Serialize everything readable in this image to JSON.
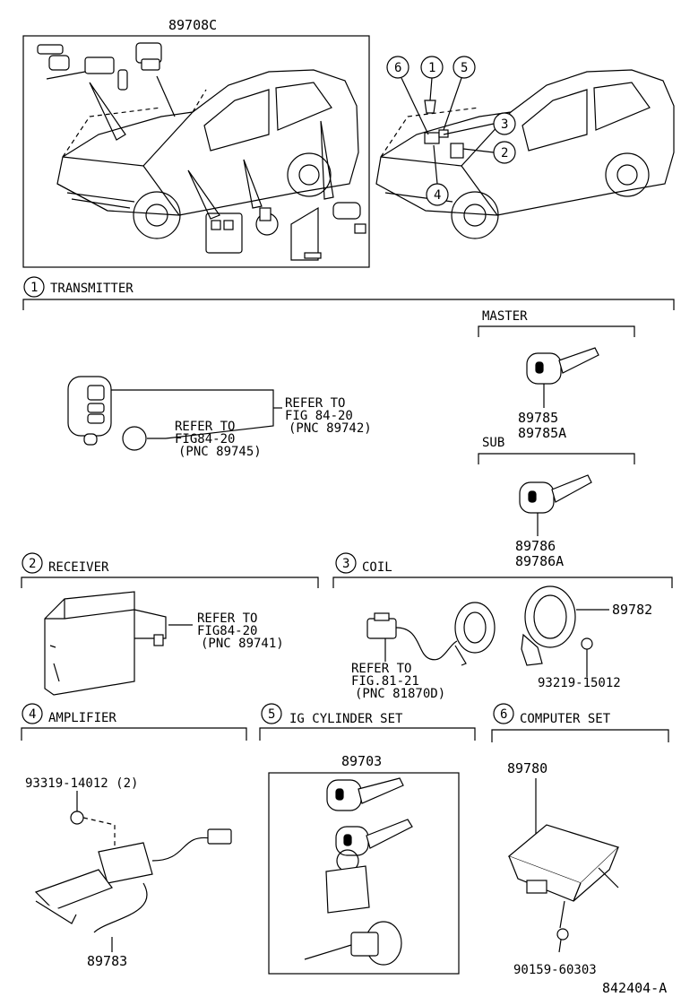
{
  "overview": {
    "title": "89708C",
    "callouts": [
      "1",
      "2",
      "3",
      "4",
      "5",
      "6"
    ]
  },
  "sections": {
    "transmitter": {
      "num": "1",
      "title": "TRANSMITTER",
      "master_label": "MASTER",
      "master_parts": [
        "89785",
        "89785A"
      ],
      "sub_label": "SUB",
      "sub_parts": [
        "89786",
        "89786A"
      ],
      "ref_a": [
        "REFER TO",
        "FIG 84-20",
        "(PNC 89742)"
      ],
      "ref_b": [
        "REFER TO",
        "FIG84-20",
        "(PNC 89745)"
      ]
    },
    "receiver": {
      "num": "2",
      "title": "RECEIVER",
      "ref": [
        "REFER TO",
        "FIG84-20",
        "(PNC 89741)"
      ]
    },
    "coil": {
      "num": "3",
      "title": "COIL",
      "ref": [
        "REFER TO",
        "FIG.81-21",
        "(PNC 81870D)"
      ],
      "parts": [
        "89782",
        "93219-15012"
      ]
    },
    "amplifier": {
      "num": "4",
      "title": "AMPLIFIER",
      "parts": [
        "93319-14012 (2)",
        "89783"
      ]
    },
    "ig_cylinder": {
      "num": "5",
      "title": "IG CYLINDER SET",
      "parts": [
        "89703"
      ]
    },
    "computer": {
      "num": "6",
      "title": "COMPUTER SET",
      "parts": [
        "89780",
        "90159-60303"
      ]
    }
  },
  "diagram_id": "842404-A"
}
